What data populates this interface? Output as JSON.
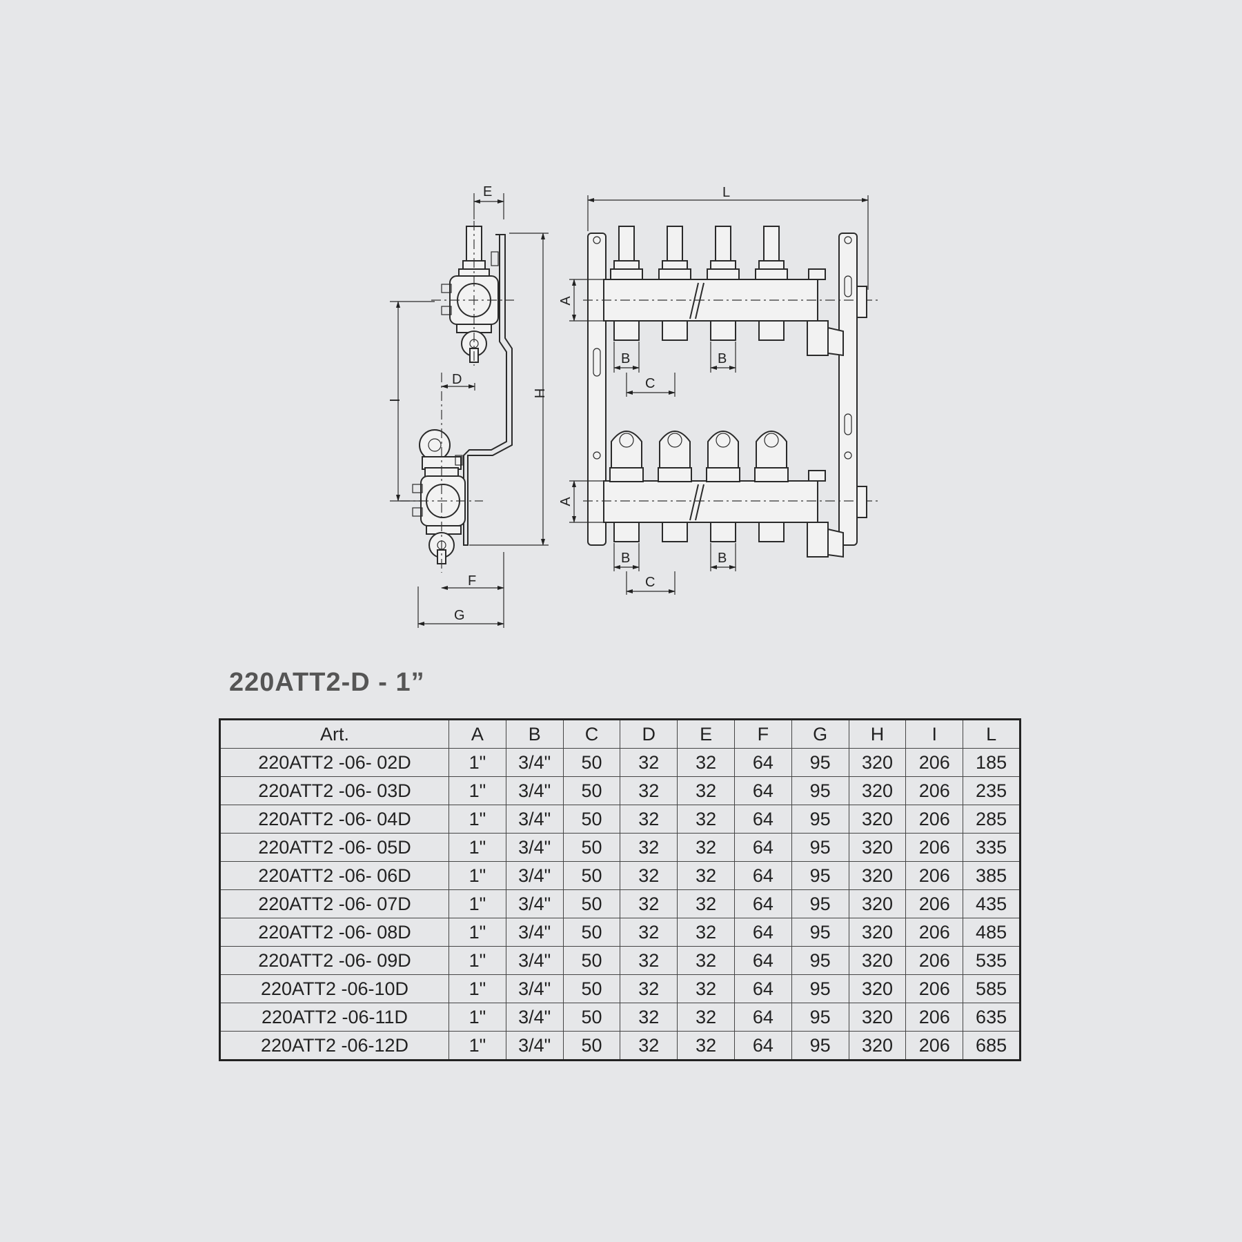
{
  "diagram": {
    "dimension_labels": {
      "E": "E",
      "L": "L",
      "A_top": "A",
      "A_bottom": "A",
      "B_top_left": "B",
      "B_top_right": "B",
      "B_bottom_left": "B",
      "B_bottom_right": "B",
      "C_top": "C",
      "C_bottom": "C",
      "D": "D",
      "H": "H",
      "I": "I",
      "F": "F",
      "G": "G"
    }
  },
  "table": {
    "title": "220ATT2-D - 1”",
    "headers": [
      "Art.",
      "A",
      "B",
      "C",
      "D",
      "E",
      "F",
      "G",
      "H",
      "I",
      "L"
    ],
    "rows": [
      [
        "220ATT2 -06- 02D",
        "1\"",
        "3/4\"",
        "50",
        "32",
        "32",
        "64",
        "95",
        "320",
        "206",
        "185"
      ],
      [
        "220ATT2 -06- 03D",
        "1\"",
        "3/4\"",
        "50",
        "32",
        "32",
        "64",
        "95",
        "320",
        "206",
        "235"
      ],
      [
        "220ATT2 -06- 04D",
        "1\"",
        "3/4\"",
        "50",
        "32",
        "32",
        "64",
        "95",
        "320",
        "206",
        "285"
      ],
      [
        "220ATT2 -06- 05D",
        "1\"",
        "3/4\"",
        "50",
        "32",
        "32",
        "64",
        "95",
        "320",
        "206",
        "335"
      ],
      [
        "220ATT2 -06- 06D",
        "1\"",
        "3/4\"",
        "50",
        "32",
        "32",
        "64",
        "95",
        "320",
        "206",
        "385"
      ],
      [
        "220ATT2 -06- 07D",
        "1\"",
        "3/4\"",
        "50",
        "32",
        "32",
        "64",
        "95",
        "320",
        "206",
        "435"
      ],
      [
        "220ATT2 -06- 08D",
        "1\"",
        "3/4\"",
        "50",
        "32",
        "32",
        "64",
        "95",
        "320",
        "206",
        "485"
      ],
      [
        "220ATT2 -06- 09D",
        "1\"",
        "3/4\"",
        "50",
        "32",
        "32",
        "64",
        "95",
        "320",
        "206",
        "535"
      ],
      [
        "220ATT2 -06-10D",
        "1\"",
        "3/4\"",
        "50",
        "32",
        "32",
        "64",
        "95",
        "320",
        "206",
        "585"
      ],
      [
        "220ATT2 -06-11D",
        "1\"",
        "3/4\"",
        "50",
        "32",
        "32",
        "64",
        "95",
        "320",
        "206",
        "635"
      ],
      [
        "220ATT2 -06-12D",
        "1\"",
        "3/4\"",
        "50",
        "32",
        "32",
        "64",
        "95",
        "320",
        "206",
        "685"
      ]
    ]
  }
}
